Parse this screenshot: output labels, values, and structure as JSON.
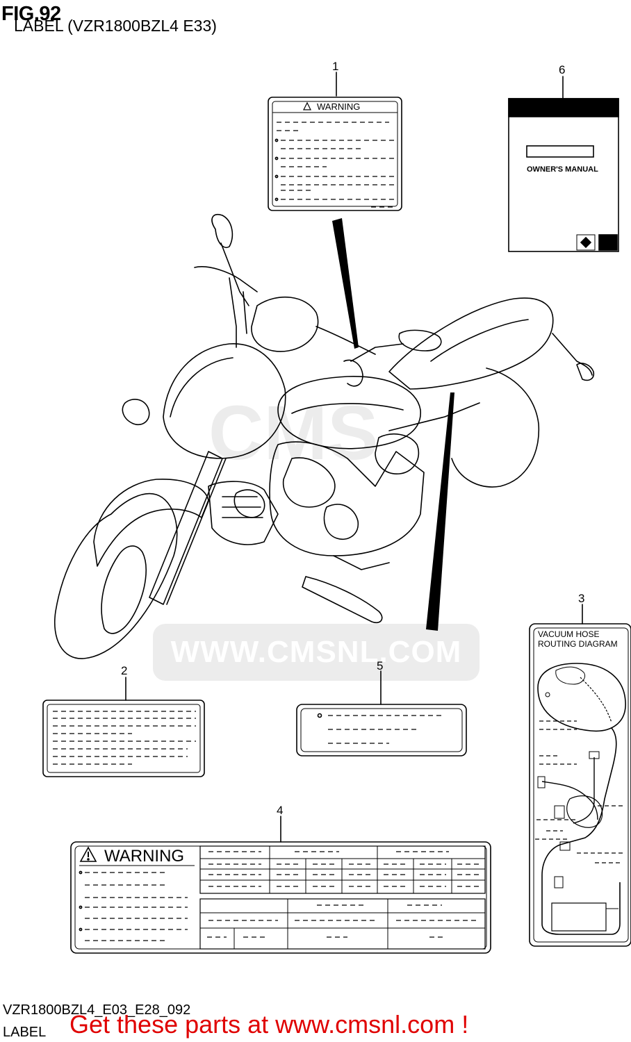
{
  "header": {
    "fig_label": "FIG.92",
    "subtitle": "LABEL (VZR1800BZL4 E33)"
  },
  "footer": {
    "diagram_code": "VZR1800BZL4_E03_E28_092",
    "section_name": "LABEL",
    "promo_text": "Get these parts at www.cmsnl.com !"
  },
  "watermark": {
    "brand": "CMS",
    "url": "WWW.CMSNL.COM"
  },
  "callouts": {
    "c1": "1",
    "c2": "2",
    "c3": "3",
    "c4": "4",
    "c5": "5",
    "c6": "6"
  },
  "label1": {
    "heading": "WARNING"
  },
  "label3": {
    "title_line1": "VACUUM HOSE",
    "title_line2": "ROUTING DIAGRAM"
  },
  "label4": {
    "heading": "WARNING"
  },
  "manual": {
    "title": "OWNER'S MANUAL"
  },
  "colors": {
    "promo": "#e00000",
    "watermark": "#ececec"
  }
}
